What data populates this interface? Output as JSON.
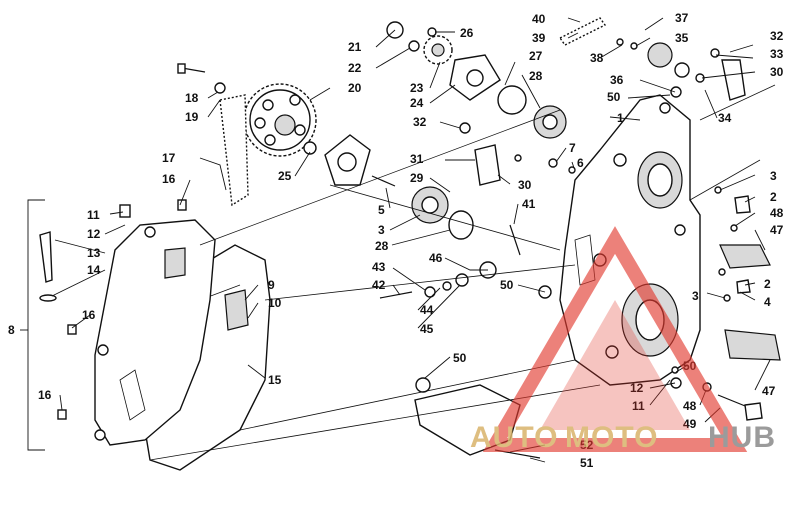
{
  "callouts": {
    "c1": "1",
    "c2a": "2",
    "c2b": "2",
    "c3a": "3",
    "c3b": "3",
    "c3c": "3",
    "c4": "4",
    "c5": "5",
    "c6": "6",
    "c7": "7",
    "c8": "8",
    "c9": "9",
    "c10": "10",
    "c11a": "11",
    "c11b": "11",
    "c12a": "12",
    "c12b": "12",
    "c13": "13",
    "c14": "14",
    "c15": "15",
    "c16a": "16",
    "c16b": "16",
    "c16c": "16",
    "c17": "17",
    "c18": "18",
    "c19": "19",
    "c20": "20",
    "c21": "21",
    "c22": "22",
    "c23": "23",
    "c24": "24",
    "c25": "25",
    "c26": "26",
    "c27": "27",
    "c28a": "28",
    "c28b": "28",
    "c29": "29",
    "c30a": "30",
    "c30b": "30",
    "c31": "31",
    "c32a": "32",
    "c32b": "32",
    "c33": "33",
    "c34": "34",
    "c35": "35",
    "c36": "36",
    "c37": "37",
    "c38": "38",
    "c39": "39",
    "c40": "40",
    "c41": "41",
    "c42": "42",
    "c43": "43",
    "c44": "44",
    "c45": "45",
    "c46": "46",
    "c47a": "47",
    "c47b": "47",
    "c48a": "48",
    "c48b": "48",
    "c49": "49",
    "c50a": "50",
    "c50b": "50",
    "c50c": "50",
    "c50d": "50",
    "c51": "51",
    "c52": "52"
  },
  "watermark": {
    "text_auto": "AUTO",
    "text_moto": "MOTO",
    "text_hub": "HUB",
    "color_gold": "#d9b36a",
    "color_red": "#e23a2f",
    "color_grey": "#8a8a8a"
  }
}
